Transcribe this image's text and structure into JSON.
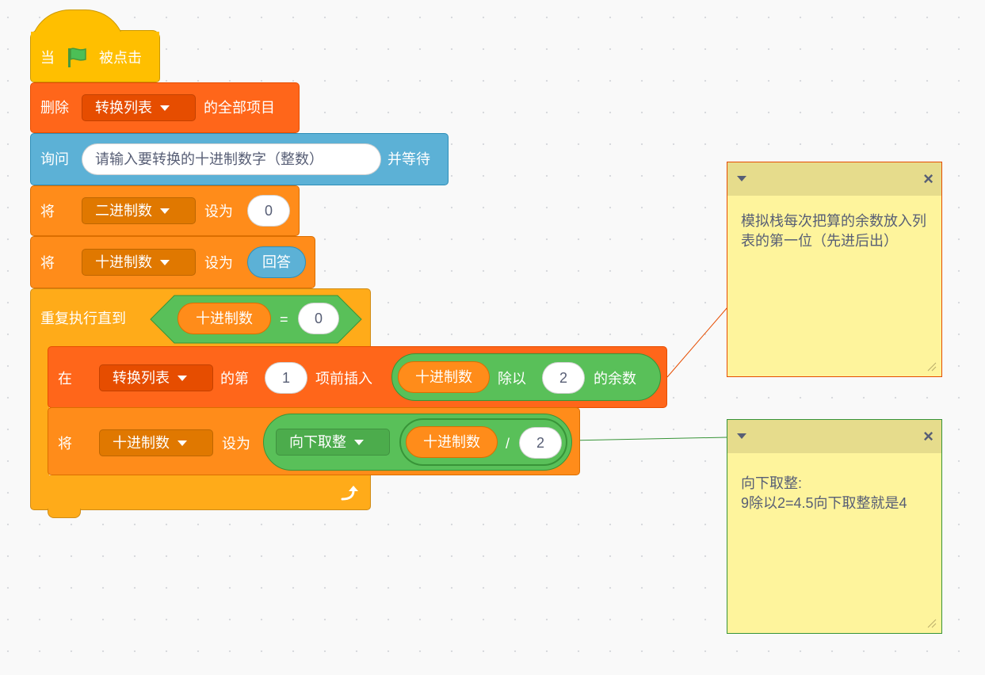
{
  "blocks": {
    "when_flag": {
      "when": "当",
      "clicked": "被点击"
    },
    "delete_all": {
      "label": "删除",
      "list": "转换列表",
      "suffix": "的全部项目"
    },
    "ask": {
      "label": "询问",
      "prompt": "请输入要转换的十进制数字（整数）",
      "suffix": "并等待"
    },
    "set_binary": {
      "label": "将",
      "var": "二进制数",
      "to": "设为",
      "value": "0"
    },
    "set_decimal": {
      "label": "将",
      "var": "十进制数",
      "to": "设为",
      "value": "回答"
    },
    "repeat_until": {
      "label": "重复执行直到",
      "var": "十进制数",
      "op": "=",
      "value": "0"
    },
    "insert": {
      "label": "在",
      "list": "转换列表",
      "nth": "的第",
      "index": "1",
      "insert": "项前插入",
      "var": "十进制数",
      "mod": "除以",
      "divisor": "2",
      "remainder": "的余数"
    },
    "set_floor": {
      "label": "将",
      "var": "十进制数",
      "to": "设为",
      "func": "向下取整",
      "inner_var": "十进制数",
      "div": "/",
      "divisor": "2"
    }
  },
  "notes": [
    {
      "text": "模拟栈每次把算的余数放入列表的第一位（先进后出）",
      "close": "×",
      "color": "#e64d00"
    },
    {
      "text": "向下取整:\n9除以2=4.5向下取整就是4",
      "close": "×",
      "color": "#389438"
    }
  ],
  "icons": {
    "flag": "green-flag-icon",
    "loop_arrow": "loop-arrow-icon",
    "dropdown": "caret-down-icon"
  },
  "colors": {
    "events": "#ffbf00",
    "lists": "#ff661a",
    "sensing": "#5cb1d6",
    "variables": "#ff8c1a",
    "control": "#ffab19",
    "operators": "#59c059"
  }
}
